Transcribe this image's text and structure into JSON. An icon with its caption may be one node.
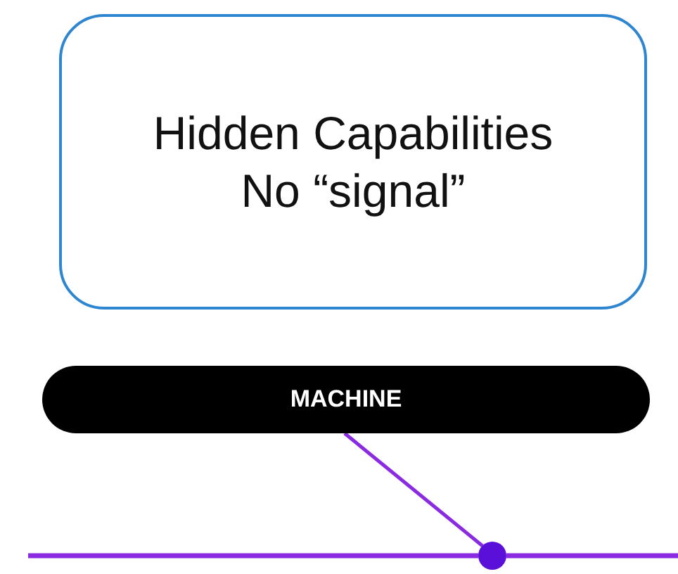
{
  "diagram": {
    "nodes": [
      {
        "text": [
          "Hidden Capabilities",
          "No “signal”"
        ]
      },
      {
        "text": [
          "MACHINE"
        ]
      },
      {
        "text": [],
        "shape": "circle"
      }
    ],
    "edges": [
      {
        "from": 1,
        "to": 2,
        "arrow": "none"
      },
      {
        "from": null,
        "to": 2,
        "arrow": "none"
      },
      {
        "from": 2,
        "to": null,
        "arrow": "none"
      }
    ]
  }
}
